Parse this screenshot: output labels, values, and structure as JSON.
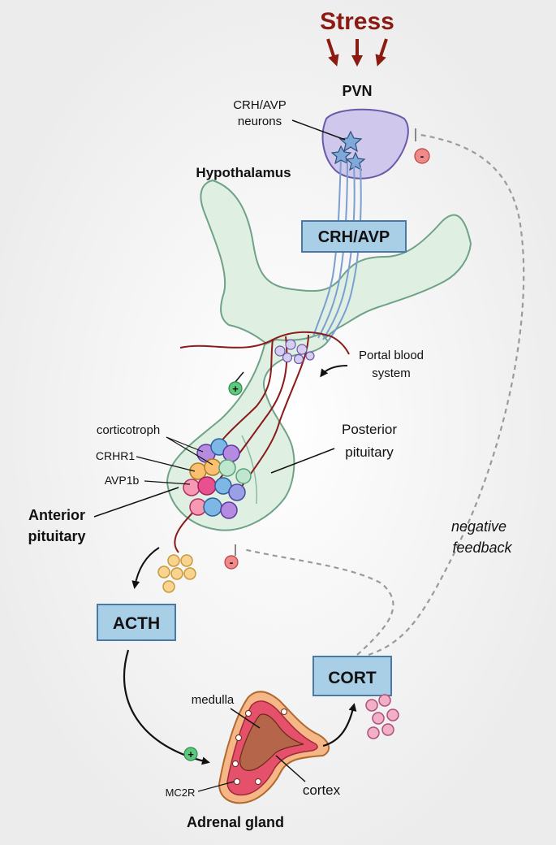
{
  "title": "Stress",
  "labels": {
    "pvn": "PVN",
    "crh_avp_neurons_line1": "CRH/AVP",
    "crh_avp_neurons_line2": "neurons",
    "hypothalamus": "Hypothalamus",
    "portal_line1": "Portal blood",
    "portal_line2": "system",
    "corticotroph": "corticotroph",
    "crhr1": "CRHR1",
    "avp1b": "AVP1b",
    "posterior_line1": "Posterior",
    "posterior_line2": "pituitary",
    "anterior_line1": "Anterior",
    "anterior_line2": "pituitary",
    "negative_line1": "negative",
    "negative_line2": "feedback",
    "medulla": "medulla",
    "mc2r": "MC2R",
    "cortex": "cortex",
    "adrenal": "Adrenal gland"
  },
  "boxes": {
    "crh_avp": "CRH/AVP",
    "acth": "ACTH",
    "cort": "CORT"
  },
  "signs": {
    "plus": "+",
    "minus": "-"
  },
  "colors": {
    "background": "#f2f2f2",
    "stress": "#8b1a12",
    "box_fill": "#a9cfe6",
    "box_stroke": "#4a79a8",
    "tissue_fill": "#dff0e3",
    "tissue_stroke": "#6fa287",
    "pvn_fill": "#cfc7ec",
    "pvn_stroke": "#6a5aa8",
    "vessel": "#8b1a1a",
    "acth_granule": "#f8d490",
    "cort_granule": "#f2b0c8",
    "adrenal_outer": "#f5b785",
    "adrenal_cortex": "#e5506a",
    "plus_fill": "#5ec87c",
    "minus_fill": "#f08a8a",
    "feedback_line": "#9a9a9a"
  }
}
